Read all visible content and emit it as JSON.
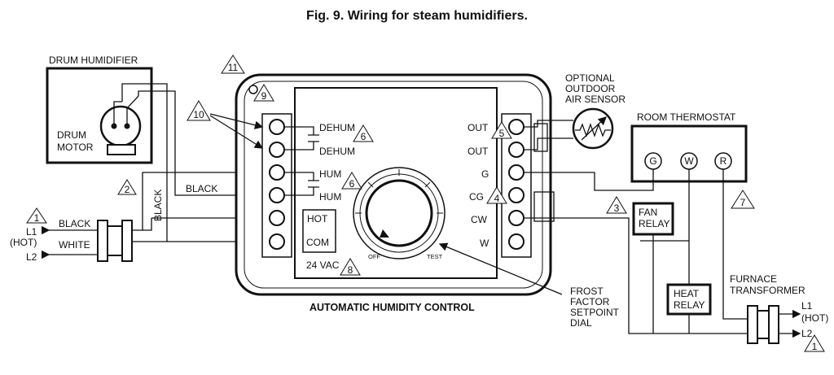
{
  "title": "Fig. 9. Wiring for steam humidifiers.",
  "drum_humidifier": {
    "label": "DRUM HUMIDIFIER",
    "motor_line1": "DRUM",
    "motor_line2": "MOTOR"
  },
  "control": {
    "label": "AUTOMATIC HUMIDITY CONTROL",
    "left_terminals": {
      "dehum1": "DEHUM",
      "dehum2": "DEHUM",
      "hum1": "HUM",
      "hum2": "HUM",
      "hot": "HOT",
      "com": "COM",
      "vac": "24 VAC"
    },
    "right_terminals": {
      "out1": "OUT",
      "out2": "OUT",
      "g": "G",
      "cg": "CG",
      "cw": "CW",
      "w": "W"
    },
    "dial": {
      "off": "OFF",
      "test": "TEST"
    }
  },
  "outdoor_sensor": {
    "line1": "OPTIONAL",
    "line2": "OUTDOOR",
    "line3": "AIR SENSOR"
  },
  "thermostat": {
    "label": "ROOM THERMOSTAT",
    "g": "G",
    "w": "W",
    "r": "R"
  },
  "fan_relay": {
    "line1": "FAN",
    "line2": "RELAY"
  },
  "heat_relay": {
    "line1": "HEAT",
    "line2": "RELAY"
  },
  "furnace_transformer": {
    "line1": "FURNACE",
    "line2": "TRANSFORMER",
    "l1": "L1",
    "hot": "(HOT)",
    "l2": "L2"
  },
  "line_power": {
    "l1": "L1",
    "hot": "(HOT)",
    "l2": "L2",
    "black": "BLACK",
    "white": "WHITE"
  },
  "wire_labels": {
    "black_horizontal": "BLACK",
    "black_vertical": "BLACK"
  },
  "frost_dial": {
    "line1": "FROST",
    "line2": "FACTOR",
    "line3": "SETPOINT",
    "line4": "DIAL"
  },
  "notes": {
    "n1a": "1",
    "n1b": "1",
    "n2": "2",
    "n3": "3",
    "n4": "4",
    "n5": "5",
    "n6a": "6",
    "n6b": "6",
    "n7": "7",
    "n8": "8",
    "n9": "9",
    "n10": "10",
    "n11": "11"
  }
}
